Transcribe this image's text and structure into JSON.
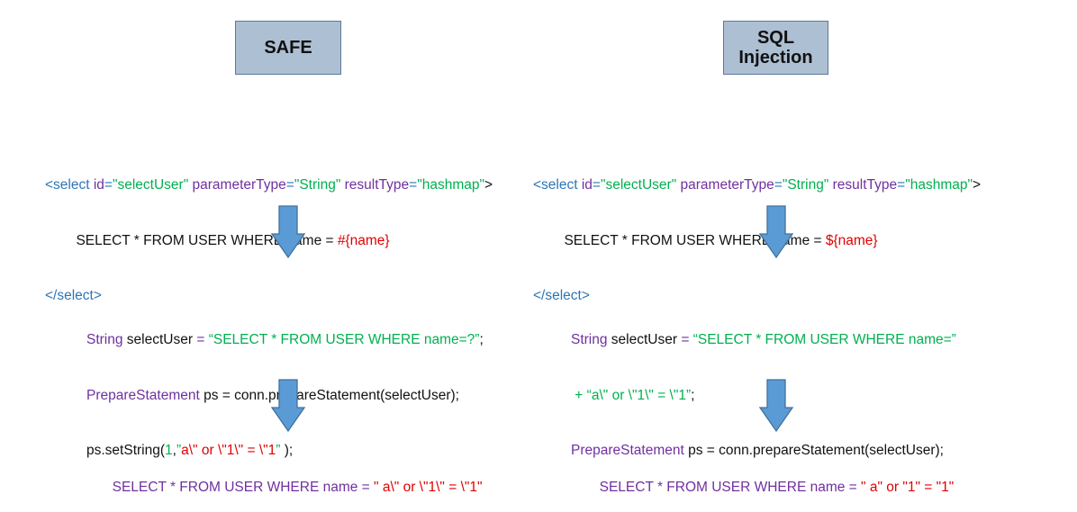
{
  "colors": {
    "header_fill": "#adbfd3",
    "header_border": "#5d7a97",
    "arrow_fill": "#5b9bd5",
    "arrow_stroke": "#41719c",
    "tag_blue": "#2e75b6",
    "keyword_purple": "#7030a0",
    "string_green": "#00b050",
    "value_red": "#e00000"
  },
  "safe": {
    "title": "SAFE",
    "mapper": {
      "open_lt": "<select",
      "attr_id": " id",
      "eq1": "=",
      "val_id": "\"selectUser\"",
      "attr_pt": " parameterType",
      "eq2": "=",
      "val_pt": "\"String\"",
      "attr_rt": " resultType",
      "eq3": "=",
      "val_rt": "\"hashmap\"",
      "gt": ">",
      "sql_prefix": "        SELECT * FROM USER WHERE name = ",
      "param": "#{name}",
      "close": "</select>"
    },
    "java": {
      "l1_type": "String",
      "l1_var": " selectUser",
      "l1_eq": " = ",
      "l1_str": "“SELECT * FROM USER WHERE name=?”",
      "l1_end": ";",
      "l2_type": "PrepareStatement",
      "l2_rest": " ps = conn.prepareStatement(selectUser);",
      "l3_call": "ps.setString(",
      "l3_num": "1",
      "l3_comma": ",",
      "l3_q1": "”",
      "l3_val": "a\\\" or \\\"1\\\" = \\\"1",
      "l3_q2": "”",
      "l3_end": " );"
    },
    "result": {
      "prefix": "SELECT * FROM USER WHERE name = ",
      "value": "\" a\\\" or \\\"1\\\" = \\\"1\""
    }
  },
  "injection": {
    "title_line1": "SQL",
    "title_line2": "Injection",
    "mapper": {
      "open_lt": "<select",
      "attr_id": " id",
      "eq1": "=",
      "val_id": "\"selectUser\"",
      "attr_pt": " parameterType",
      "eq2": "=",
      "val_pt": "\"String\"",
      "attr_rt": " resultType",
      "eq3": "=",
      "val_rt": "\"hashmap\"",
      "gt": ">",
      "sql_prefix": "        SELECT * FROM USER WHERE name = ",
      "param": "${name}",
      "close": "</select>"
    },
    "java": {
      "l1_type": "String",
      "l1_var": " selectUser",
      "l1_eq": " = ",
      "l1_str": "“SELECT * FROM USER WHERE name=”",
      "l2_plus": " + ",
      "l2_str": "“a\\\" or \\\"1\\\" = \\\"1”",
      "l2_end": ";",
      "l3_type": "PrepareStatement",
      "l3_rest": " ps = conn.prepareStatement(selectUser);"
    },
    "result": {
      "prefix": "SELECT * FROM USER WHERE name = ",
      "value": "\" a\" or \"1\" = \"1\""
    }
  }
}
